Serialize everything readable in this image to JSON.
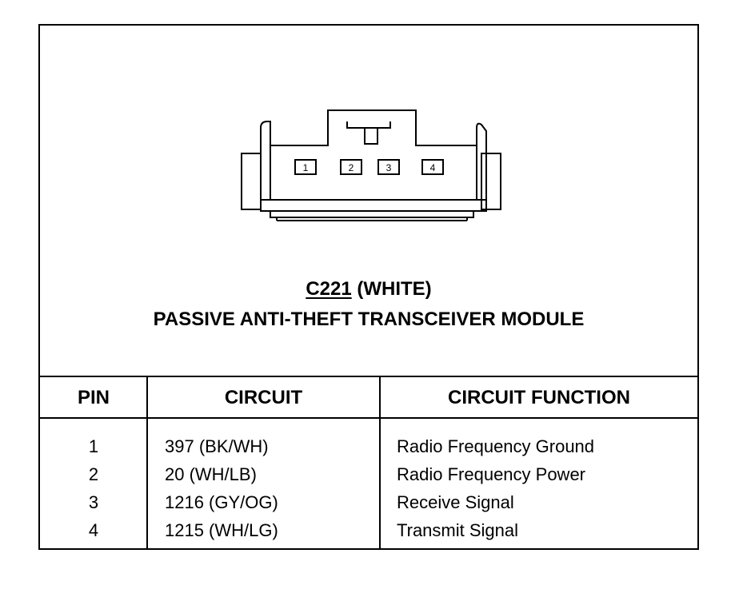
{
  "connector": {
    "id": "C221",
    "color_label": "(WHITE)",
    "module_name": "PASSIVE ANTI-THEFT TRANSCEIVER MODULE",
    "terminals": [
      "1",
      "2",
      "3",
      "4"
    ]
  },
  "table": {
    "headers": {
      "pin": "PIN",
      "circuit": "CIRCUIT",
      "function": "CIRCUIT FUNCTION"
    },
    "rows": [
      {
        "pin": "1",
        "circuit": "397 (BK/WH)",
        "function": "Radio Frequency Ground"
      },
      {
        "pin": "2",
        "circuit": "20 (WH/LB)",
        "function": "Radio Frequency Power"
      },
      {
        "pin": "3",
        "circuit": "1216 (GY/OG)",
        "function": "Receive Signal"
      },
      {
        "pin": "4",
        "circuit": "1215 (WH/LG)",
        "function": "Transmit Signal"
      }
    ]
  }
}
